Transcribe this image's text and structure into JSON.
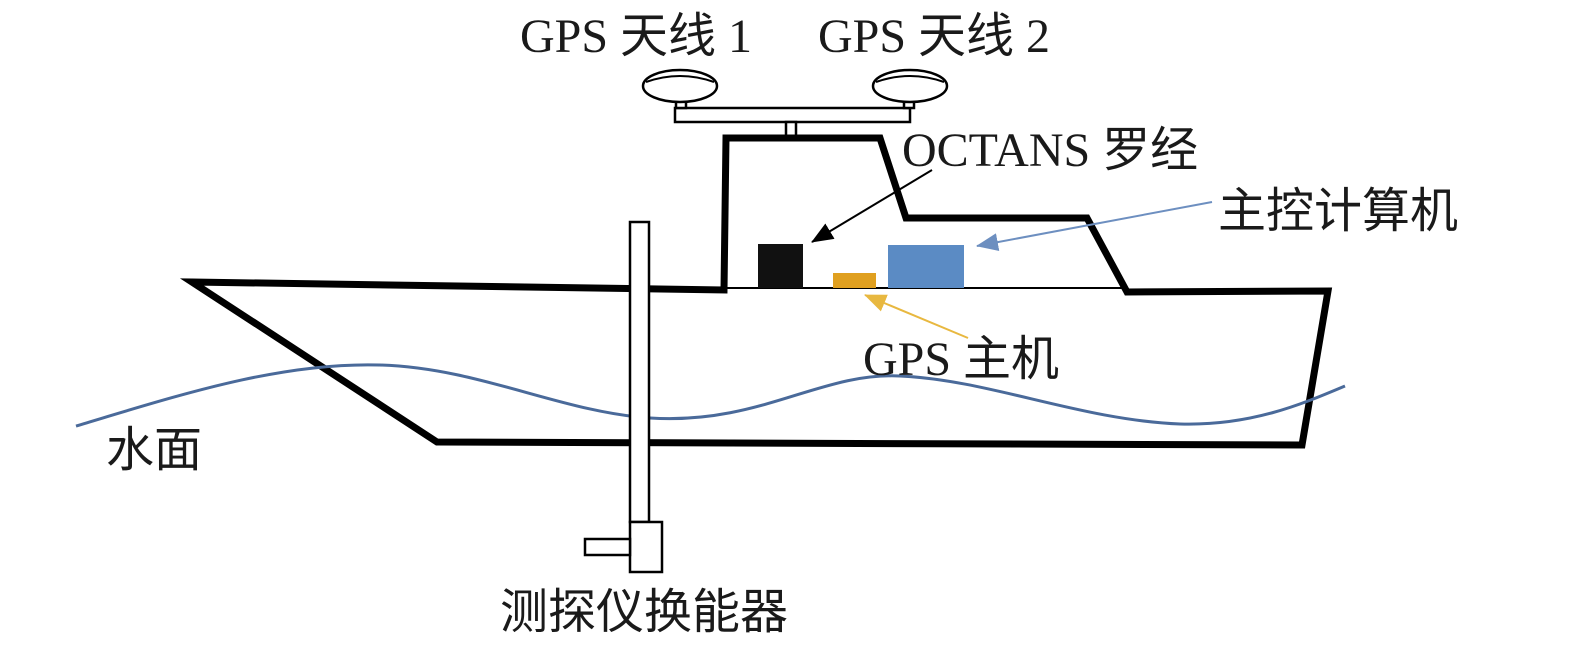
{
  "labels": {
    "gps_antenna_1": "GPS 天线 1",
    "gps_antenna_2": "GPS 天线 2",
    "octans_compass": "OCTANS 罗经",
    "main_computer": "主控计算机",
    "gps_host": "GPS 主机",
    "water_surface": "水面",
    "sounder_transducer": "测探仪换能器"
  },
  "colors": {
    "outline": "#000000",
    "octans_box": "#111111",
    "gps_host_box": "#e0a020",
    "main_computer_box": "#5b8bc4",
    "water_line": "#4a6a9a",
    "arrow_blue": "#6d8fc0",
    "arrow_orange": "#e8b840",
    "arrow_black": "#000000"
  }
}
